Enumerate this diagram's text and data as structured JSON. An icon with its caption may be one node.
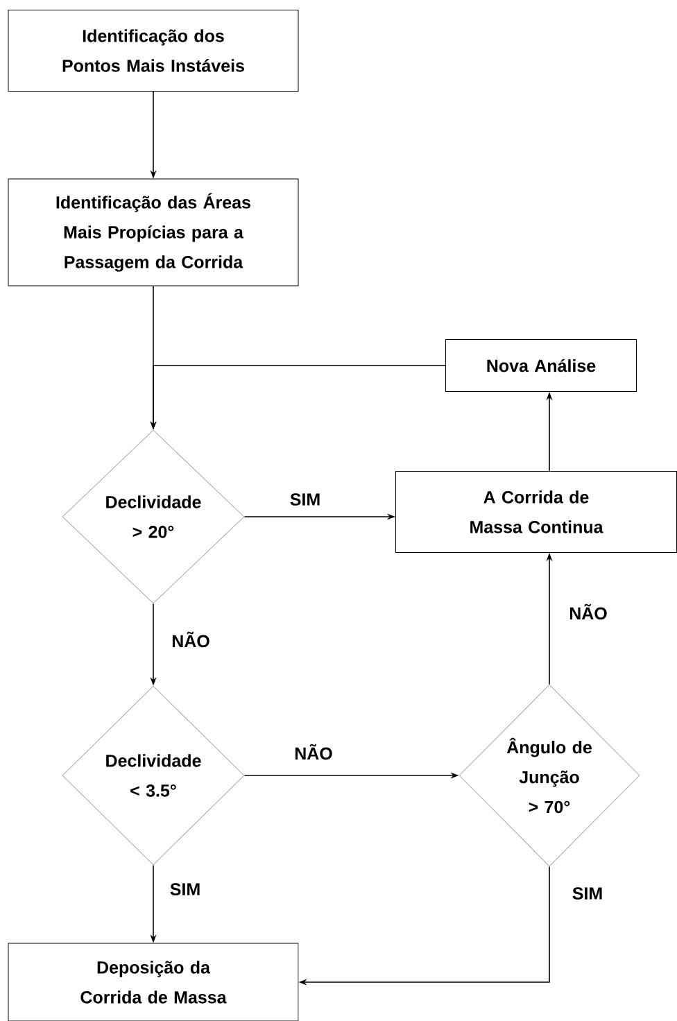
{
  "diagram": {
    "nodes": [
      {
        "text": [
          "Identificação dos Pontos Mais Instáveis"
        ]
      },
      {
        "text": [
          "Identificação das Áreas Mais Propícias para a Passagem da Corrida"
        ]
      },
      {
        "text": [
          "Nova Análise"
        ]
      },
      {
        "text": [
          "Declividade > 20°"
        ]
      },
      {
        "text": [
          "A Corrida de Massa Continua"
        ]
      },
      {
        "text": [
          "Declividade < 3.5°"
        ]
      },
      {
        "text": [
          "Ângulo de Junção > 70°"
        ]
      },
      {
        "text": [
          "Deposição da Corrida de Massa"
        ]
      }
    ],
    "edges": [
      {
        "from": 0,
        "to": 1,
        "arrow": "to"
      },
      {
        "from": 1,
        "to": 3,
        "arrow": "to"
      },
      {
        "from": 2,
        "to": 3,
        "arrow": "to"
      },
      {
        "from": 3,
        "to": 4,
        "arrow": "to",
        "label": "SIM"
      },
      {
        "from": 3,
        "to": 5,
        "arrow": "to",
        "label": "NÃO"
      },
      {
        "from": 5,
        "to": 6,
        "arrow": "to",
        "label": "NÃO"
      },
      {
        "from": 6,
        "to": 4,
        "arrow": "to",
        "label": "NÃO"
      },
      {
        "from": 4,
        "to": 2,
        "arrow": "to"
      },
      {
        "from": 5,
        "to": 7,
        "arrow": "to",
        "label": "SIM"
      },
      {
        "from": 6,
        "to": 7,
        "arrow": "to",
        "label": "SIM"
      }
    ]
  }
}
